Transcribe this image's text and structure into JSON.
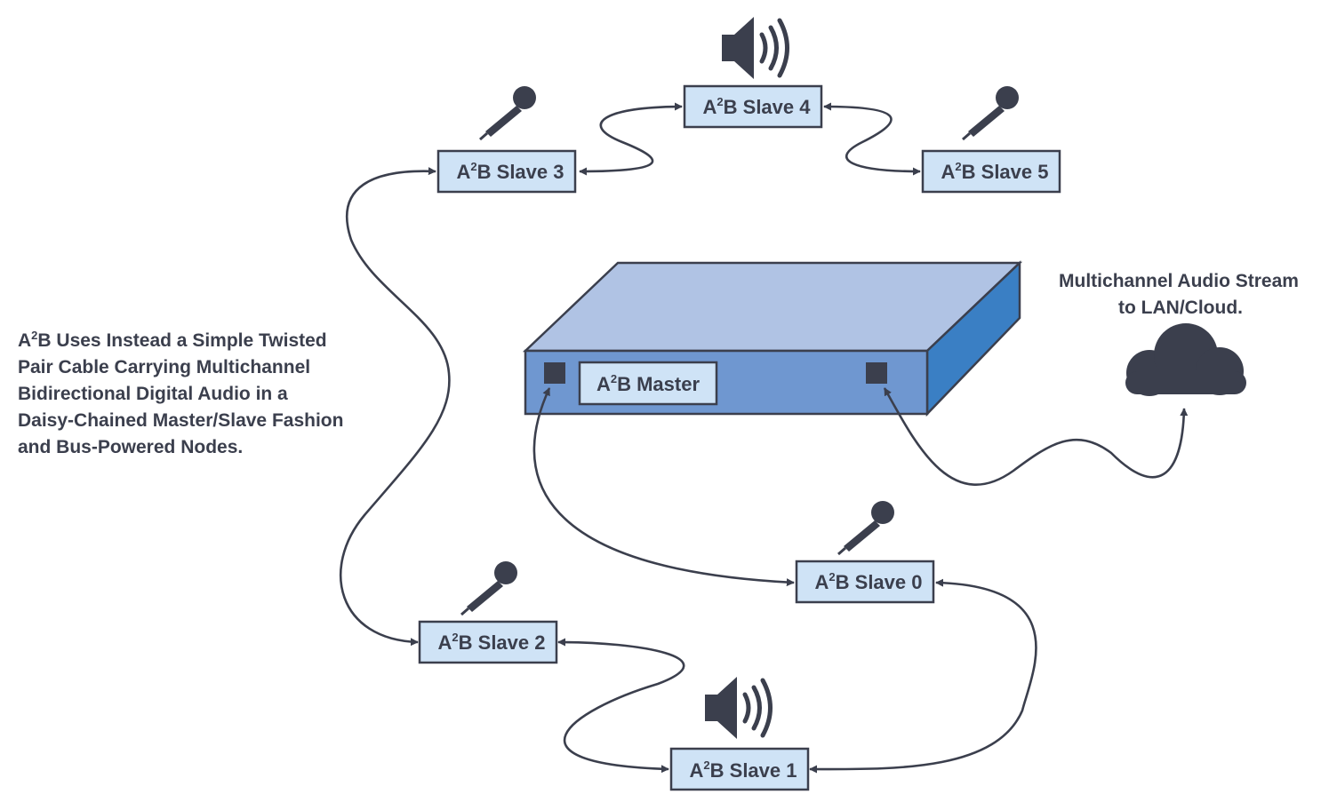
{
  "nodes": {
    "master": {
      "prefix": "A",
      "sup": "2",
      "suffix": "B Master"
    },
    "slave0": {
      "prefix": "A",
      "sup": "2",
      "suffix": "B Slave 0"
    },
    "slave1": {
      "prefix": "A",
      "sup": "2",
      "suffix": "B Slave 1"
    },
    "slave2": {
      "prefix": "A",
      "sup": "2",
      "suffix": "B Slave 2"
    },
    "slave3": {
      "prefix": "A",
      "sup": "2",
      "suffix": "B Slave 3"
    },
    "slave4": {
      "prefix": "A",
      "sup": "2",
      "suffix": "B Slave 4"
    },
    "slave5": {
      "prefix": "A",
      "sup": "2",
      "suffix": "B Slave 5"
    }
  },
  "description": {
    "line1_prefix": "A",
    "line1_sup": "2",
    "line1_rest": "B Uses Instead a Simple Twisted",
    "line2": "Pair Cable Carrying Multichannel",
    "line3": "Bidirectional Digital Audio in a",
    "line4": "Daisy-Chained Master/Slave Fashion",
    "line5": "and Bus-Powered Nodes."
  },
  "cloud_label": {
    "line1": "Multichannel Audio Stream",
    "line2": "to LAN/Cloud."
  },
  "icons": [
    "speaker-icon",
    "microphone-icon",
    "cloud-icon"
  ],
  "colors": {
    "ink": "#3b3f4d",
    "node_fill": "#cfe3f6",
    "box_top": "#b0c3e4",
    "box_front": "#6f97d0",
    "box_side": "#3a7fc4"
  }
}
